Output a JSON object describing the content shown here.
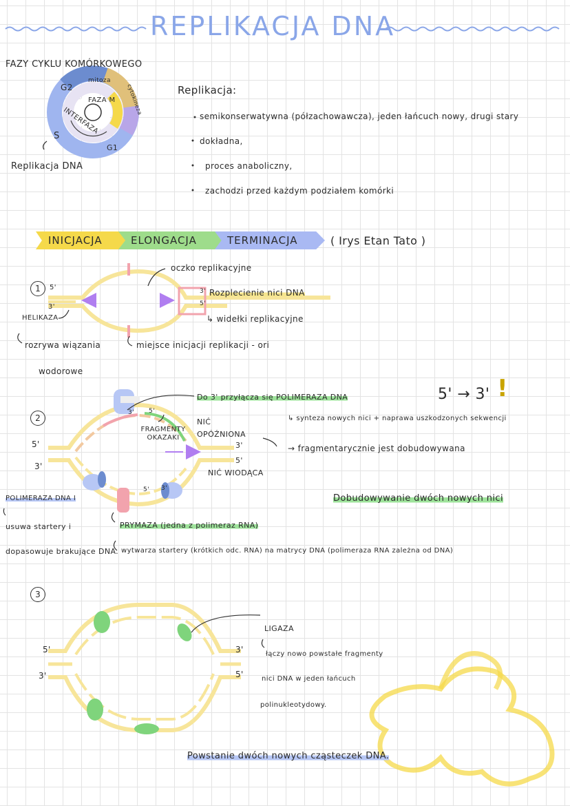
{
  "title": "REPLIKACJA DNA",
  "cycle": {
    "heading": "FAZY CYKLU KOMÓRKOWEGO",
    "g2": "G2",
    "mitosis": "mitoza",
    "cytokinesis": "cytokineza",
    "fazam": "FAZA M",
    "interphase": "INTERFAZA",
    "s": "S",
    "g1": "G1",
    "dna_replication": "Replikacja DNA"
  },
  "replication_props": {
    "heading": "Replikacja:",
    "items": [
      "semikonserwatywna (półzachowawcza), jeden łańcuch nowy, drugi stary",
      "dokładna,",
      "proces anaboliczny,",
      "zachodzi przed każdym podziałem komórki"
    ]
  },
  "stages": {
    "s1": "INICJACJA",
    "s2": "ELONGACJA",
    "s3": "TERMINACJA",
    "mnemonic": "( Irys Etan Tato )"
  },
  "step1": {
    "num": "1",
    "five": "5'",
    "three": "3'",
    "three_b": "3'",
    "five_b": "5'",
    "eye": "oczko replikacyjne",
    "unwind": "Rozplecienie nici DNA",
    "fork": "widełki replikacyjne",
    "helicase": "HELIKAZA",
    "hbonds1": "rozrywa wiązania",
    "hbonds2": "wodorowe",
    "ori": "miejsce inicjacji replikacji - ori"
  },
  "step2": {
    "num": "2",
    "polymerase_add": "Do 3' przyłącza się POLIMERAZA DNA",
    "dir": "5' → 3'",
    "excl": "!",
    "synthesis": "synteza nowych nici + naprawa uszkodzonych sekwencji",
    "lagging": "NIĆ OPÓŹNIONA",
    "lagging_note": "fragmentarycznie jest dobudowywana",
    "okazaki": "FRAGMENTY OKAZAKI",
    "leading": "NIĆ WIODĄCA",
    "five_l": "5'",
    "three_l": "3'",
    "three_r": "3'",
    "five_r": "5'",
    "three_top": "3'",
    "five_top": "5'",
    "five_bot": "5'",
    "three_bot": "3'",
    "pol1": "POLIMERAZA DNA I",
    "pol1_a": "usuwa startery i",
    "pol1_b": "dopasowuje brakujące DNA.",
    "primase": "PRYMAZA (jedna z polimeraz RNA)",
    "primase_desc": "wytwarza startery (krótkich odc. RNA) na matrycy DNA (polimeraza RNA zależna od DNA)",
    "build": "Dobudowywanie dwóch nowych nici"
  },
  "step3": {
    "num": "3",
    "five_l": "5'",
    "three_l": "3'",
    "three_r": "3'",
    "five_r": "5'",
    "ligase": "LIGAZA",
    "ligase_d1": "łączy nowo powstałe fragmenty",
    "ligase_d2": "nici DNA w jeden łańcuch",
    "ligase_d3": "polinukleotydowy.",
    "final": "Powstanie dwóch nowych cząsteczek DNA."
  },
  "colors": {
    "yellow": "#f5d94a",
    "green": "#7fd47c",
    "blue": "#8aa6e8",
    "purple": "#b07ef0",
    "pink": "#f2a3ad"
  }
}
